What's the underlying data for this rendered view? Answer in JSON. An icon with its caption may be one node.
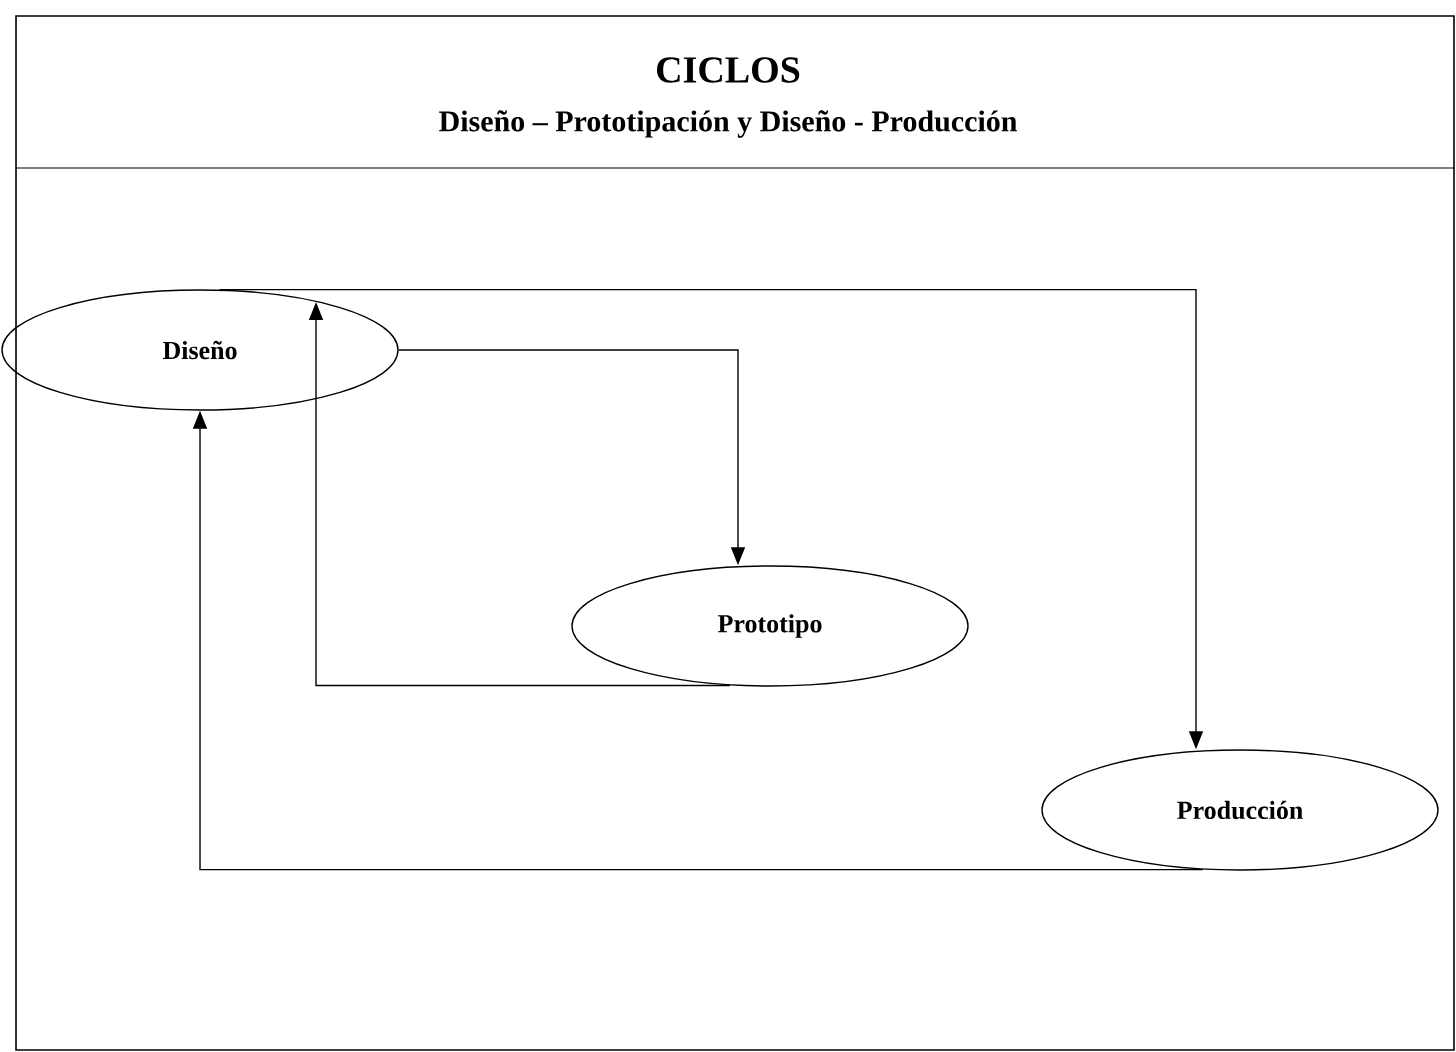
{
  "diagram": {
    "title": "CICLOS",
    "nodes": [
      {
        "text": [
          "Diseño"
        ]
      },
      {
        "text": [
          "Prototipo"
        ]
      },
      {
        "text": [
          "Producción"
        ]
      }
    ],
    "edges": [
      {
        "from": 0,
        "to": 1,
        "arrow": "to"
      },
      {
        "from": 0,
        "to": 2,
        "arrow": "to"
      },
      {
        "from": 1,
        "to": 0,
        "arrow": "to"
      },
      {
        "from": 2,
        "to": 0,
        "arrow": "to"
      }
    ],
    "labels": [
      "Diseño – Prototipación y Diseño - Producción"
    ]
  }
}
